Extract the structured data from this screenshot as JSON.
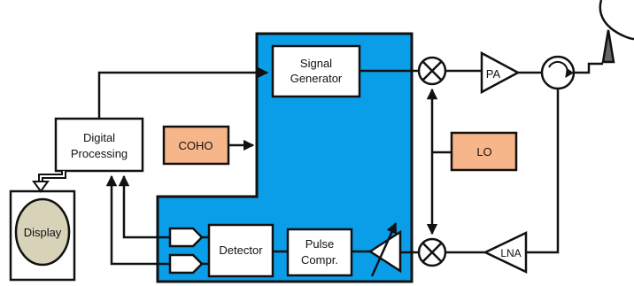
{
  "colors": {
    "panel": "#0a9ee8",
    "accent_box": "#f6b68a",
    "display_screen": "#d8d2b8",
    "line": "#111111"
  },
  "blocks": {
    "signal_generator": [
      "Signal",
      "Generator"
    ],
    "digital_processing": [
      "Digital",
      "Processing"
    ],
    "coho": "COHO",
    "lo": "LO",
    "display": "Display",
    "detector": "Detector",
    "pulse_compr": [
      "Pulse",
      "Compr."
    ],
    "pa": "PA",
    "lna": "LNA"
  },
  "icons": [
    "mixer-icon",
    "circulator-icon",
    "antenna-icon",
    "variable-attenuator-icon",
    "adc-icon",
    "amplifier-icon"
  ]
}
